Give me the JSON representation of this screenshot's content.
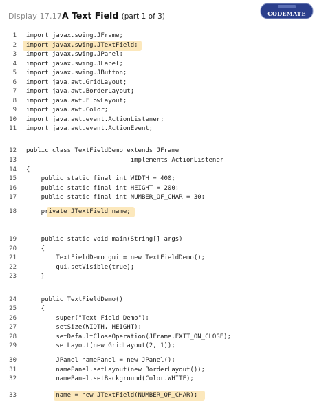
{
  "header": {
    "display_label": "Display 17.17",
    "title": "A Text Field",
    "subtitle": "(part 1 of 3)",
    "badge_text": "CODEMATE",
    "badge_color": "#2b3f8c"
  },
  "highlight_color": "#fce8bc",
  "code": {
    "lines": [
      {
        "n": "1",
        "t": "import javax.swing.JFrame;"
      },
      {
        "n": "2",
        "t": "import javax.swing.JTextField;"
      },
      {
        "n": "3",
        "t": "import javax.swing.JPanel;"
      },
      {
        "n": "4",
        "t": "import javax.swing.JLabel;"
      },
      {
        "n": "5",
        "t": "import javax.swing.JButton;"
      },
      {
        "n": "6",
        "t": "import java.awt.GridLayout;"
      },
      {
        "n": "7",
        "t": "import java.awt.BorderLayout;"
      },
      {
        "n": "8",
        "t": "import java.awt.FlowLayout;"
      },
      {
        "n": "9",
        "t": "import java.awt.Color;"
      },
      {
        "n": "10",
        "t": "import java.awt.event.ActionListener;"
      },
      {
        "n": "11",
        "t": "import java.awt.event.ActionEvent;"
      },
      {
        "n": "12",
        "t": "public class TextFieldDemo extends JFrame"
      },
      {
        "n": "13",
        "t": "                            implements ActionListener"
      },
      {
        "n": "14",
        "t": "{"
      },
      {
        "n": "15",
        "t": "    public static final int WIDTH = 400;"
      },
      {
        "n": "16",
        "t": "    public static final int HEIGHT = 200;"
      },
      {
        "n": "17",
        "t": "    public static final int NUMBER_OF_CHAR = 30;"
      },
      {
        "n": "18",
        "t": "    private JTextField name;"
      },
      {
        "n": "19",
        "t": "    public static void main(String[] args)"
      },
      {
        "n": "20",
        "t": "    {"
      },
      {
        "n": "21",
        "t": "        TextFieldDemo gui = new TextFieldDemo();"
      },
      {
        "n": "22",
        "t": "        gui.setVisible(true);"
      },
      {
        "n": "23",
        "t": "    }"
      },
      {
        "n": "24",
        "t": "    public TextFieldDemo()"
      },
      {
        "n": "25",
        "t": "    {"
      },
      {
        "n": "26",
        "t": "        super(\"Text Field Demo\");"
      },
      {
        "n": "27",
        "t": "        setSize(WIDTH, HEIGHT);"
      },
      {
        "n": "28",
        "t": "        setDefaultCloseOperation(JFrame.EXIT_ON_CLOSE);"
      },
      {
        "n": "29",
        "t": "        setLayout(new GridLayout(2, 1));"
      },
      {
        "n": "30",
        "t": "        JPanel namePanel = new JPanel();"
      },
      {
        "n": "31",
        "t": "        namePanel.setLayout(new BorderLayout());"
      },
      {
        "n": "32",
        "t": "        namePanel.setBackground(Color.WHITE);"
      },
      {
        "n": "33",
        "t": "        name = new JTextField(NUMBER_OF_CHAR);"
      }
    ],
    "highlighted": [
      "2",
      "18",
      "33"
    ]
  }
}
